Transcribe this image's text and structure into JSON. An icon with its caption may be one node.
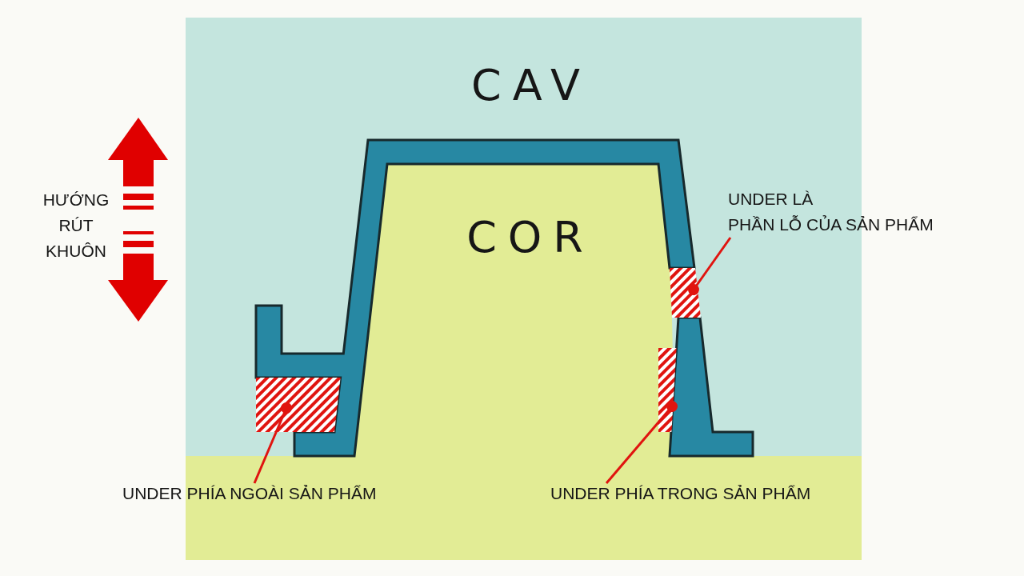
{
  "diagram": {
    "nodes": [
      {
        "text": [
          "CAV"
        ]
      },
      {
        "text": [
          "COR"
        ]
      },
      {
        "text": [
          "UNDER LÀ PHẦN LỖ CỦA SẢN PHẨM"
        ]
      },
      {
        "text": [],
        "shape": "box",
        "in": 0
      },
      {
        "text": [
          "UNDER PHÍA NGOÀI SẢN PHẨM"
        ]
      },
      {
        "text": [],
        "shape": "box",
        "in": 0
      },
      {
        "text": [
          "UNDER PHÍA TRONG SẢN PHẨM"
        ],
        "in": 1
      },
      {
        "text": [],
        "shape": "box"
      }
    ],
    "edges": [
      {
        "from": 2,
        "to": 3,
        "arrow": "other"
      },
      {
        "from": 4,
        "to": 5,
        "arrow": "other"
      },
      {
        "from": 6,
        "to": 7,
        "arrow": "other"
      }
    ],
    "labels": [
      "HƯỚNG RÚT KHUÔN"
    ]
  }
}
